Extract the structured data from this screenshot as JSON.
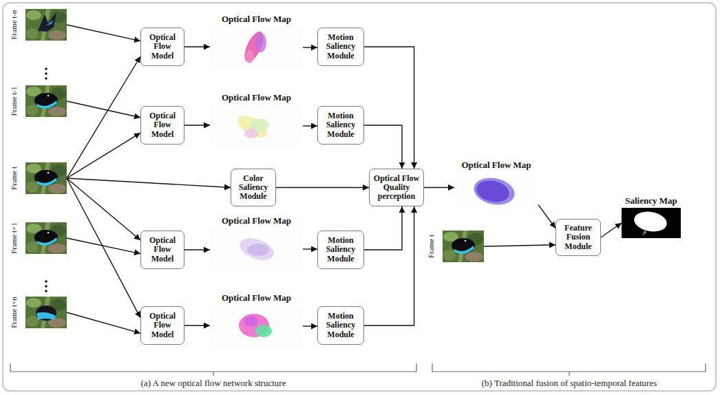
{
  "diagram": {
    "nodes": [
      {
        "text": [
          "Frame t-n"
        ]
      },
      {
        "text": [
          "Optical Flow Model"
        ]
      },
      {
        "text": [
          "Optical Flow Map"
        ]
      },
      {
        "text": [
          "Motion Saliency Module"
        ]
      },
      {
        "text": [
          "Frame t-1"
        ]
      },
      {
        "text": [
          "Optical Flow Model"
        ]
      },
      {
        "text": [
          "Optical Flow Map"
        ]
      },
      {
        "text": [
          "Motion Saliency Module"
        ]
      },
      {
        "text": [
          "Frame t"
        ]
      },
      {
        "text": [
          "Color Saliency Module"
        ]
      },
      {
        "text": [
          "Optical Flow Quality perception"
        ]
      },
      {
        "text": [
          "Frame t+1"
        ]
      },
      {
        "text": [
          "Optical Flow Model"
        ]
      },
      {
        "text": [
          "Optical Flow Map"
        ]
      },
      {
        "text": [
          "Motion Saliency Module"
        ]
      },
      {
        "text": [
          "Frame t+n"
        ]
      },
      {
        "text": [
          "Optical Flow Model"
        ]
      },
      {
        "text": [
          "Optical Flow Map"
        ]
      },
      {
        "text": [
          "Motion Saliency Module"
        ]
      },
      {
        "text": [
          "Optical Flow Map"
        ]
      },
      {
        "text": [
          "Frame t"
        ]
      },
      {
        "text": [
          "Feature Fusion Module"
        ]
      },
      {
        "text": [
          "Saliency Map"
        ]
      }
    ],
    "edges": [
      {
        "from": 0,
        "to": 1,
        "arrow": "to"
      },
      {
        "from": 8,
        "to": 1,
        "arrow": "to"
      },
      {
        "from": 1,
        "to": 2,
        "arrow": "to"
      },
      {
        "from": 2,
        "to": 3,
        "arrow": "to"
      },
      {
        "from": 3,
        "to": 10,
        "arrow": "to"
      },
      {
        "from": 4,
        "to": 5,
        "arrow": "to"
      },
      {
        "from": 8,
        "to": 5,
        "arrow": "to"
      },
      {
        "from": 5,
        "to": 6,
        "arrow": "to"
      },
      {
        "from": 6,
        "to": 7,
        "arrow": "to"
      },
      {
        "from": 7,
        "to": 10,
        "arrow": "to"
      },
      {
        "from": 8,
        "to": 9,
        "arrow": "to"
      },
      {
        "from": 9,
        "to": 10,
        "arrow": "to"
      },
      {
        "from": 8,
        "to": 12,
        "arrow": "to"
      },
      {
        "from": 11,
        "to": 12,
        "arrow": "to"
      },
      {
        "from": 12,
        "to": 13,
        "arrow": "to"
      },
      {
        "from": 13,
        "to": 14,
        "arrow": "to"
      },
      {
        "from": 14,
        "to": 10,
        "arrow": "to"
      },
      {
        "from": 8,
        "to": 16,
        "arrow": "to"
      },
      {
        "from": 15,
        "to": 16,
        "arrow": "to"
      },
      {
        "from": 16,
        "to": 17,
        "arrow": "to"
      },
      {
        "from": 17,
        "to": 18,
        "arrow": "to"
      },
      {
        "from": 18,
        "to": 10,
        "arrow": "to"
      },
      {
        "from": 10,
        "to": 19,
        "arrow": "to"
      },
      {
        "from": 19,
        "to": 21,
        "arrow": "to"
      },
      {
        "from": 20,
        "to": 21,
        "arrow": "to"
      },
      {
        "from": 21,
        "to": 22,
        "arrow": "to"
      }
    ],
    "labels": [
      "(a) A new optical flow network structure",
      "(b) Traditional fusion of spatio-temporal features"
    ]
  }
}
